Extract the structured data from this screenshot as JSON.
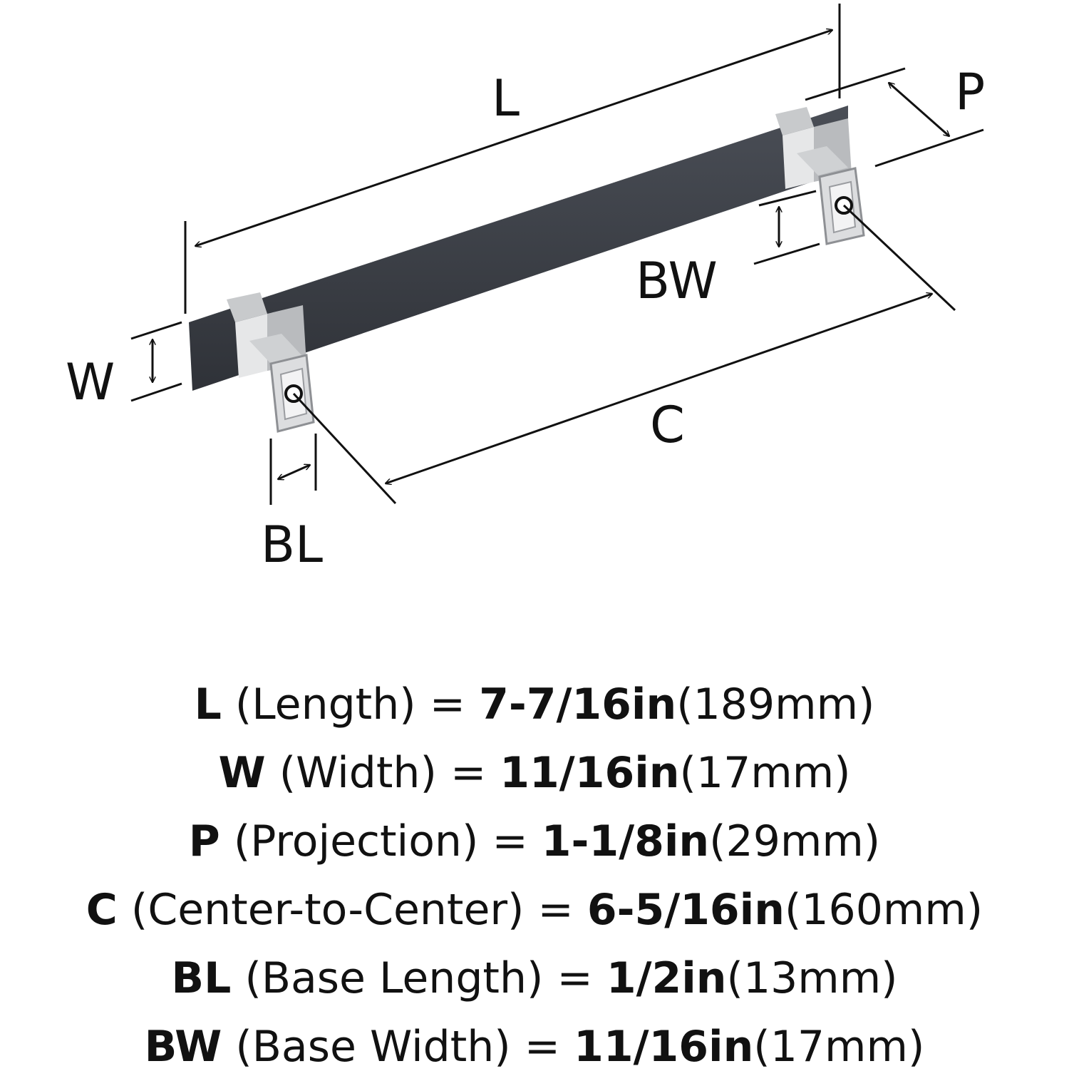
{
  "colors": {
    "bar": "#3a3d44",
    "bracket": "#d9dadb",
    "bracket_shade": "#a9abae",
    "line": "#111111"
  },
  "labels": {
    "L": "L",
    "P": "P",
    "W": "W",
    "BW": "BW",
    "C": "C",
    "BL": "BL"
  },
  "specs": [
    {
      "code": "L",
      "name": "(Length)",
      "eq": "=",
      "inch": "7-7/16in",
      "mm": "(189mm)"
    },
    {
      "code": "W",
      "name": "(Width)",
      "eq": "=",
      "inch": "11/16in",
      "mm": "(17mm)"
    },
    {
      "code": "P",
      "name": "(Projection)",
      "eq": "=",
      "inch": "1-1/8in",
      "mm": "(29mm)"
    },
    {
      "code": "C",
      "name": "(Center-to-Center)",
      "eq": "=",
      "inch": "6-5/16in",
      "mm": "(160mm)"
    },
    {
      "code": "BL",
      "name": "(Base Length)",
      "eq": "=",
      "inch": "1/2in",
      "mm": "(13mm)"
    },
    {
      "code": "BW",
      "name": "(Base Width)",
      "eq": "=",
      "inch": "11/16in",
      "mm": "(17mm)"
    }
  ]
}
